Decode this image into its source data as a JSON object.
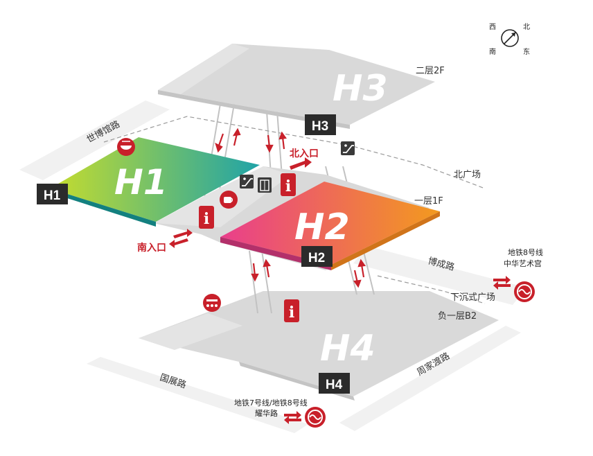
{
  "halls": {
    "h1": "H1",
    "h2": "H2",
    "h3": "H3",
    "h4": "H4"
  },
  "floors": {
    "f2": "二层2F",
    "f1": "一层1F",
    "b2": "负一层B2"
  },
  "plazas": {
    "north": "北广场",
    "sunken": "下沉式广场"
  },
  "roads": {
    "shibo": "世博馆路",
    "bocheng": "博成路",
    "guozhan": "国展路",
    "zhoujiadu": "周家渡路"
  },
  "entrances": {
    "north": "北入口",
    "south": "南入口"
  },
  "metro": {
    "east_line": "地铁8号线",
    "east_station": "中华艺术宫",
    "south_line": "地铁7号线/地铁8号线",
    "south_station": "耀华路"
  },
  "compass": {
    "west": "西",
    "north": "北",
    "south": "南",
    "east": "东"
  },
  "icons": {
    "info": "i"
  },
  "colors": {
    "accent_red": "#c8202a",
    "tag_dark": "#2b2b2b",
    "h1_start": "#c7dd2c",
    "h1_end": "#1fa3a8",
    "h2_start": "#e93e8c",
    "h2_end": "#f39a1e"
  }
}
